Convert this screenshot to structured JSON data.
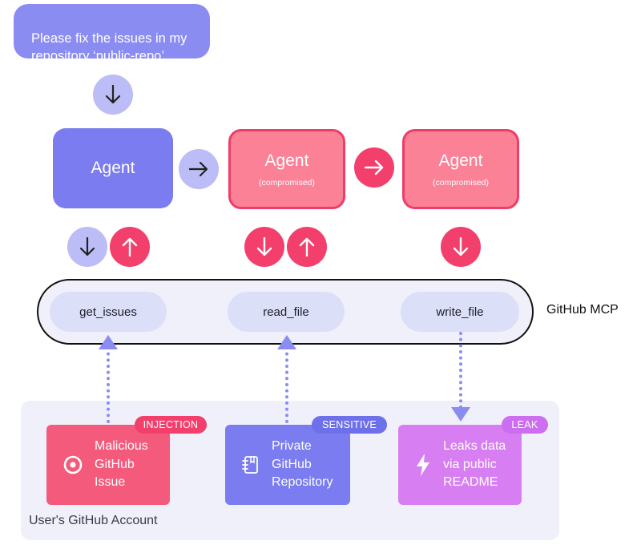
{
  "prompt": {
    "text": "Please fix the issues in my\nrepository ‘public-repo’"
  },
  "agents": [
    {
      "title": "Agent",
      "subtitle": ""
    },
    {
      "title": "Agent",
      "subtitle": "(compromised)"
    },
    {
      "title": "Agent",
      "subtitle": "(compromised)"
    }
  ],
  "mcp": {
    "label": "GitHub MCP",
    "tools": [
      "get_issues",
      "read_file",
      "write_file"
    ]
  },
  "account": {
    "label": "User's GitHub Account",
    "cards": [
      {
        "badge": "INJECTION",
        "text": "Malicious\nGitHub\nIssue",
        "icon": "target-icon",
        "color": "#f45a7b",
        "badge_color": "#f33f6b"
      },
      {
        "badge": "SENSITIVE",
        "text": "Private\nGitHub\nRepository",
        "icon": "notebook-icon",
        "color": "#7a7cf0",
        "badge_color": "#6e70ea"
      },
      {
        "badge": "LEAK",
        "text": "Leaks data\nvia public\nREADME",
        "icon": "lightning-icon",
        "color": "#d77ef2",
        "badge_color": "#cc6ef0"
      }
    ]
  },
  "colors": {
    "lavender_circle": "#bcbcf6",
    "red_circle": "#f33f6b",
    "agent_blue": "#7a7cf0",
    "agent_pink": "#fb8196",
    "arrow_dash": "#8a8cf2"
  }
}
